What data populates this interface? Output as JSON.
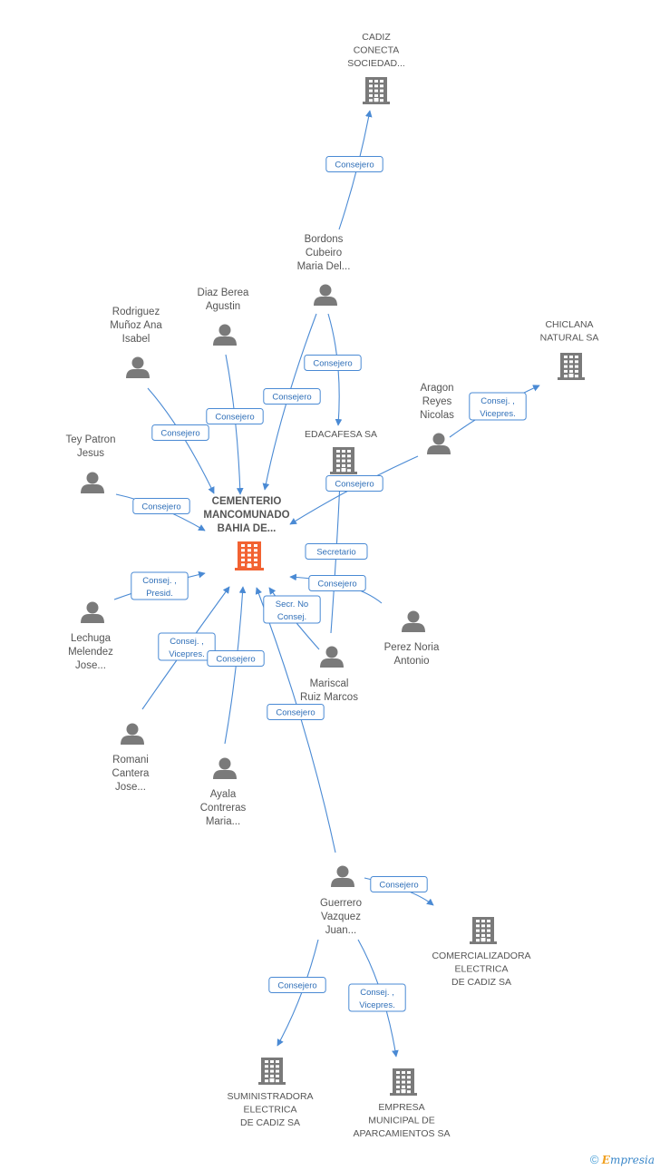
{
  "colors": {
    "edge": "#4a8ad4",
    "node": "#7a7a7a",
    "focus": "#f26232"
  },
  "nodes": {
    "cadiz_conecta": {
      "kind": "company",
      "lines": [
        "CADIZ",
        "CONECTA",
        "SOCIEDAD..."
      ],
      "icon": "building-icon"
    },
    "bordons": {
      "kind": "person",
      "lines": [
        "Bordons",
        "Cubeiro",
        "Maria Del..."
      ],
      "icon": "person-icon"
    },
    "diaz_berea": {
      "kind": "person",
      "lines": [
        "Diaz Berea",
        "Agustin"
      ],
      "icon": "person-icon"
    },
    "rodriguez": {
      "kind": "person",
      "lines": [
        "Rodriguez",
        "Muñoz Ana",
        "Isabel"
      ],
      "icon": "person-icon"
    },
    "chiclana": {
      "kind": "company",
      "lines": [
        "CHICLANA",
        "NATURAL SA"
      ],
      "icon": "building-icon"
    },
    "aragon": {
      "kind": "person",
      "lines": [
        "Aragon",
        "Reyes",
        "Nicolas"
      ],
      "icon": "person-icon"
    },
    "edacafesa": {
      "kind": "company",
      "lines": [
        "EDACAFESA SA"
      ],
      "icon": "building-icon"
    },
    "tey_patron": {
      "kind": "person",
      "lines": [
        "Tey Patron",
        "Jesus"
      ],
      "icon": "person-icon"
    },
    "cementerio": {
      "kind": "focus",
      "lines": [
        "CEMENTERIO",
        "MANCOMUNADO",
        "BAHIA DE..."
      ],
      "icon": "building-icon"
    },
    "lechuga": {
      "kind": "person",
      "lines": [
        "Lechuga",
        "Melendez",
        "Jose..."
      ],
      "icon": "person-icon"
    },
    "perez_noria": {
      "kind": "person",
      "lines": [
        "Perez Noria",
        "Antonio"
      ],
      "icon": "person-icon"
    },
    "mariscal": {
      "kind": "person",
      "lines": [
        "Mariscal",
        "Ruiz Marcos"
      ],
      "icon": "person-icon"
    },
    "romani": {
      "kind": "person",
      "lines": [
        "Romani",
        "Cantera",
        "Jose..."
      ],
      "icon": "person-icon"
    },
    "ayala": {
      "kind": "person",
      "lines": [
        "Ayala",
        "Contreras",
        "Maria..."
      ],
      "icon": "person-icon"
    },
    "guerrero": {
      "kind": "person",
      "lines": [
        "Guerrero",
        "Vazquez",
        "Juan..."
      ],
      "icon": "person-icon"
    },
    "comercializadora": {
      "kind": "company",
      "lines": [
        "COMERCIALIZADORA",
        "ELECTRICA",
        "DE CADIZ SA"
      ],
      "icon": "building-icon"
    },
    "suministradora": {
      "kind": "company",
      "lines": [
        "SUMINISTRADORA",
        "ELECTRICA",
        "DE CADIZ SA"
      ],
      "icon": "building-icon"
    },
    "empresa_municipal": {
      "kind": "company",
      "lines": [
        "EMPRESA",
        "MUNICIPAL DE",
        "APARCAMIENTOS SA"
      ],
      "icon": "building-icon"
    }
  },
  "edges": [
    {
      "from": "bordons",
      "to": "cadiz_conecta",
      "label": [
        "Consejero"
      ]
    },
    {
      "from": "bordons",
      "to": "edacafesa",
      "label": [
        "Consejero"
      ]
    },
    {
      "from": "bordons",
      "to": "cementerio",
      "label": [
        "Consejero"
      ]
    },
    {
      "from": "diaz_berea",
      "to": "cementerio",
      "label": [
        "Consejero"
      ]
    },
    {
      "from": "rodriguez",
      "to": "cementerio",
      "label": [
        "Consejero"
      ]
    },
    {
      "from": "aragon",
      "to": "chiclana",
      "label": [
        "Consej. ,",
        "Vicepres."
      ]
    },
    {
      "from": "aragon",
      "to": "cementerio",
      "label": [
        "Consejero"
      ]
    },
    {
      "from": "tey_patron",
      "to": "cementerio",
      "label": [
        "Consejero"
      ]
    },
    {
      "from": "mariscal",
      "to": "edacafesa",
      "label": [
        "Secretario"
      ]
    },
    {
      "from": "lechuga",
      "to": "cementerio",
      "label": [
        "Consej. ,",
        "Presid."
      ]
    },
    {
      "from": "perez_noria",
      "to": "cementerio",
      "label": [
        "Consejero"
      ]
    },
    {
      "from": "mariscal",
      "to": "cementerio",
      "label": [
        "Secr.  No",
        "Consej."
      ]
    },
    {
      "from": "romani",
      "to": "cementerio",
      "label": [
        "Consej. ,",
        "Vicepres."
      ]
    },
    {
      "from": "ayala",
      "to": "cementerio",
      "label": [
        "Consejero"
      ]
    },
    {
      "from": "guerrero",
      "to": "cementerio",
      "label": [
        "Consejero"
      ]
    },
    {
      "from": "guerrero",
      "to": "comercializadora",
      "label": [
        "Consejero"
      ]
    },
    {
      "from": "guerrero",
      "to": "suministradora",
      "label": [
        "Consejero"
      ]
    },
    {
      "from": "guerrero",
      "to": "empresa_municipal",
      "label": [
        "Consej. ,",
        "Vicepres."
      ]
    }
  ],
  "footer": {
    "copyright": "©",
    "brand_first": "E",
    "brand_rest": "mpresia"
  }
}
